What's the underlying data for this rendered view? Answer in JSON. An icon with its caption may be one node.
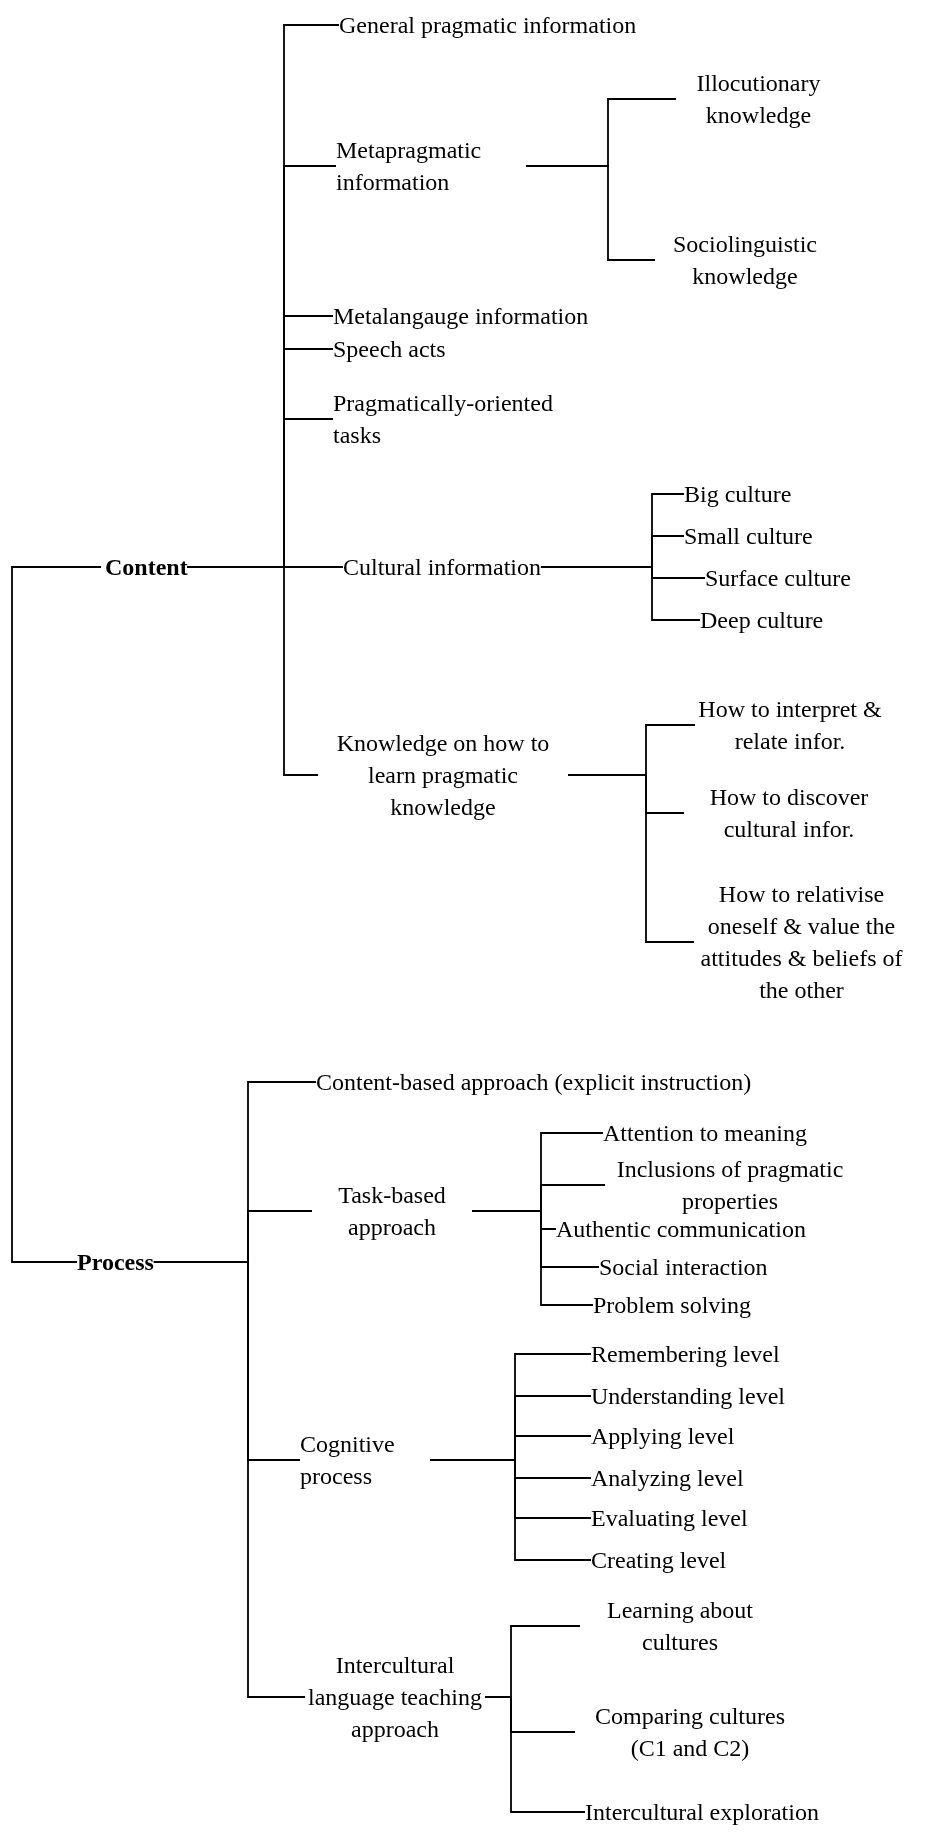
{
  "diagram": {
    "nodes": [
      {
        "text": [
          "Content"
        ]
      },
      {
        "text": [
          "General pragmatic information"
        ]
      },
      {
        "text": [
          "Metapragmatic information"
        ]
      },
      {
        "text": [
          "Illocutionary knowledge"
        ]
      },
      {
        "text": [
          "Sociolinguistic knowledge"
        ]
      },
      {
        "text": [
          "Metalangauge information"
        ]
      },
      {
        "text": [
          "Speech acts"
        ]
      },
      {
        "text": [
          "Pragmatically-oriented tasks"
        ]
      },
      {
        "text": [
          "Cultural information"
        ]
      },
      {
        "text": [
          "Big culture"
        ]
      },
      {
        "text": [
          "Small culture"
        ]
      },
      {
        "text": [
          "Surface culture"
        ]
      },
      {
        "text": [
          "Deep culture"
        ]
      },
      {
        "text": [
          "Knowledge on how to learn pragmatic knowledge"
        ]
      },
      {
        "text": [
          "How to interpret & relate infor."
        ]
      },
      {
        "text": [
          "How to discover cultural infor."
        ]
      },
      {
        "text": [
          "How to relativise oneself & value the attitudes & beliefs of the other"
        ]
      },
      {
        "text": [
          "Process"
        ]
      },
      {
        "text": [
          "Content-based approach (explicit instruction)"
        ]
      },
      {
        "text": [
          "Task-based approach"
        ]
      },
      {
        "text": [
          "Attention to meaning"
        ]
      },
      {
        "text": [
          "Inclusions of pragmatic properties"
        ]
      },
      {
        "text": [
          "Authentic communication"
        ]
      },
      {
        "text": [
          "Social interaction"
        ]
      },
      {
        "text": [
          "Problem solving"
        ]
      },
      {
        "text": [
          "Cognitive process"
        ]
      },
      {
        "text": [
          "Remembering level"
        ]
      },
      {
        "text": [
          "Understanding level"
        ]
      },
      {
        "text": [
          "Applying level"
        ]
      },
      {
        "text": [
          "Analyzing level"
        ]
      },
      {
        "text": [
          "Evaluating level"
        ]
      },
      {
        "text": [
          "Creating level"
        ]
      },
      {
        "text": [
          "Intercultural language teaching approach"
        ]
      },
      {
        "text": [
          "Learning about cultures"
        ]
      },
      {
        "text": [
          "Comparing cultures (C1 and C2)"
        ]
      },
      {
        "text": [
          "Intercultural exploration"
        ]
      }
    ],
    "edges": [
      {
        "from": 0,
        "to": 1,
        "arrow": "none"
      },
      {
        "from": 0,
        "to": 2,
        "arrow": "none"
      },
      {
        "from": 2,
        "to": 3,
        "arrow": "none"
      },
      {
        "from": 2,
        "to": 4,
        "arrow": "none"
      },
      {
        "from": 0,
        "to": 5,
        "arrow": "none"
      },
      {
        "from": 0,
        "to": 6,
        "arrow": "none"
      },
      {
        "from": 0,
        "to": 7,
        "arrow": "none"
      },
      {
        "from": 0,
        "to": 8,
        "arrow": "none"
      },
      {
        "from": 8,
        "to": 9,
        "arrow": "none"
      },
      {
        "from": 8,
        "to": 10,
        "arrow": "none"
      },
      {
        "from": 8,
        "to": 11,
        "arrow": "none"
      },
      {
        "from": 8,
        "to": 12,
        "arrow": "none"
      },
      {
        "from": 0,
        "to": 13,
        "arrow": "none"
      },
      {
        "from": 13,
        "to": 14,
        "arrow": "none"
      },
      {
        "from": 13,
        "to": 15,
        "arrow": "none"
      },
      {
        "from": 13,
        "to": 16,
        "arrow": "none"
      },
      {
        "from": 0,
        "to": 17,
        "arrow": "none"
      },
      {
        "from": 17,
        "to": 18,
        "arrow": "none"
      },
      {
        "from": 17,
        "to": 19,
        "arrow": "none"
      },
      {
        "from": 19,
        "to": 20,
        "arrow": "none"
      },
      {
        "from": 19,
        "to": 21,
        "arrow": "none"
      },
      {
        "from": 19,
        "to": 22,
        "arrow": "none"
      },
      {
        "from": 19,
        "to": 23,
        "arrow": "none"
      },
      {
        "from": 19,
        "to": 24,
        "arrow": "none"
      },
      {
        "from": 17,
        "to": 25,
        "arrow": "none"
      },
      {
        "from": 25,
        "to": 26,
        "arrow": "none"
      },
      {
        "from": 25,
        "to": 27,
        "arrow": "none"
      },
      {
        "from": 25,
        "to": 28,
        "arrow": "none"
      },
      {
        "from": 25,
        "to": 29,
        "arrow": "none"
      },
      {
        "from": 25,
        "to": 30,
        "arrow": "none"
      },
      {
        "from": 25,
        "to": 31,
        "arrow": "none"
      },
      {
        "from": 17,
        "to": 32,
        "arrow": "none"
      },
      {
        "from": 32,
        "to": 33,
        "arrow": "none"
      },
      {
        "from": 32,
        "to": 34,
        "arrow": "none"
      },
      {
        "from": 32,
        "to": 35,
        "arrow": "none"
      }
    ]
  }
}
